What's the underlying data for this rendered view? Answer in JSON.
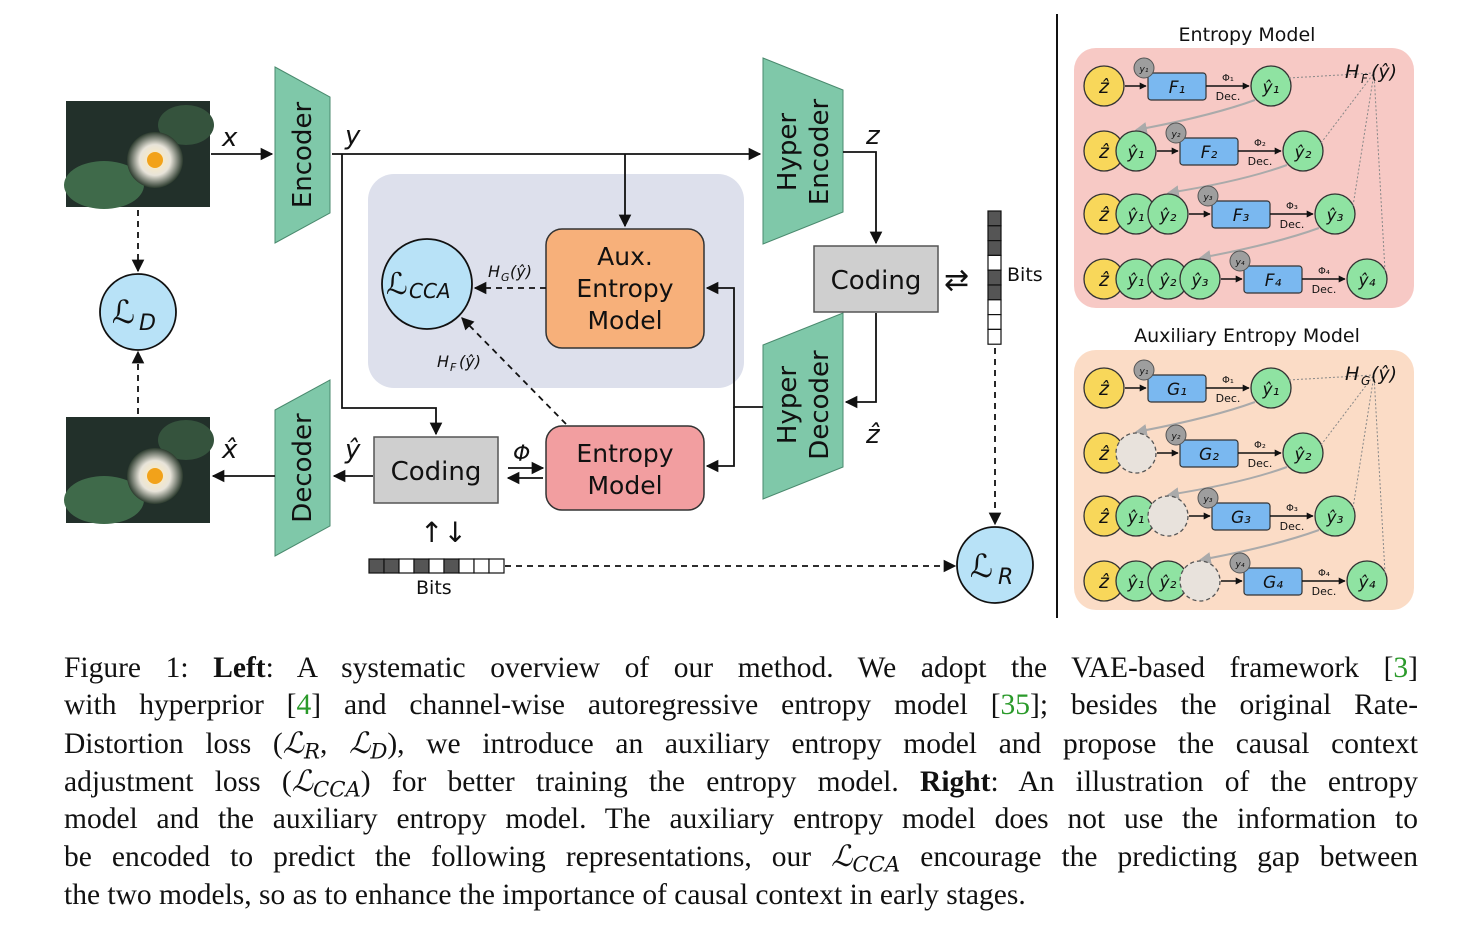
{
  "left": {
    "x": "x",
    "y": "y",
    "z": "z",
    "z_hat": "ẑ",
    "y_hat": "ŷ",
    "x_hat": "x̂",
    "encoder": "Encoder",
    "decoder": "Decoder",
    "hyper_encoder": [
      "Hyper",
      "Encoder"
    ],
    "hyper_decoder": [
      "Hyper",
      "Decoder"
    ],
    "coding": "Coding",
    "coding2": "Coding",
    "aux_model": [
      "Aux.",
      "Entropy",
      "Model"
    ],
    "entropy_model": [
      "Entropy",
      "Model"
    ],
    "l_cca": "CCA",
    "l_d": "D",
    "l_r": "R",
    "hg": "H",
    "hg_sub": "G",
    "hg_arg": "(ŷ)",
    "hf": "H",
    "hf_sub": "F",
    "hf_arg": "(ŷ)",
    "phi": "Φ",
    "bits_right": "Bits",
    "bits_bottom": "Bits",
    "swap": "⇄",
    "updown": "↑↓"
  },
  "right": {
    "title_entropy": "Entropy Model",
    "title_aux": "Auxiliary Entropy Model",
    "hf_label": "H",
    "hf_sub": "F",
    "hf_arg": "(ŷ)",
    "hg_label": "H",
    "hg_sub": "G",
    "hg_arg": "(ŷ)",
    "z_hat": "ẑ",
    "y_hat": "ŷ",
    "dec": "Dec.",
    "phi": "Φ",
    "f_prefix": "F",
    "g_prefix": "G",
    "y_small": "y"
  },
  "caption": {
    "l1a": "Figure 1: ",
    "l1b": "Left",
    "l1c": ": A systematic overview of our method. We adopt the VAE-based framework [",
    "l1ref": "3",
    "l1d": "]",
    "l2a": "with hyperprior [",
    "l2ref1": "4",
    "l2b": "] and channel-wise autoregressive entropy model [",
    "l2ref2": "35",
    "l2c": "]; besides the original Rate-",
    "l3a": "Distortion loss (",
    "l3m1": "ℒ",
    "l3s1": "R",
    "l3b": ", ",
    "l3m2": "ℒ",
    "l3s2": "D",
    "l3c": "), we introduce an auxiliary entropy model and propose the causal context",
    "l4a": "adjustment loss (",
    "l4m": "ℒ",
    "l4s": "CCA",
    "l4b": ") for better training the entropy model. ",
    "l4c": "Right",
    "l4d": ": An illustration of the entropy",
    "l5": "model and the auxiliary entropy model. The auxiliary entropy model does not use the information to",
    "l6a": "be encoded to predict the following representations, our ",
    "l6m": "ℒ",
    "l6s": "CCA",
    "l6b": " encourage the predicting gap between",
    "l7": "the two models, so as to enhance the importance of causal context in early stages."
  },
  "colors": {
    "teal": "#7fc8a9",
    "aux": "#f7b07a",
    "entropy": "#f29ea0",
    "coding": "#cfcfcf",
    "loss": "#b8e2f7",
    "yellow": "#f8d75a",
    "green": "#8fe3a2",
    "blue": "#7ab8f0",
    "panel_red": "#f7c9c5",
    "panel_orange": "#fbdcc6",
    "grey_panel": "#dde0ec"
  }
}
